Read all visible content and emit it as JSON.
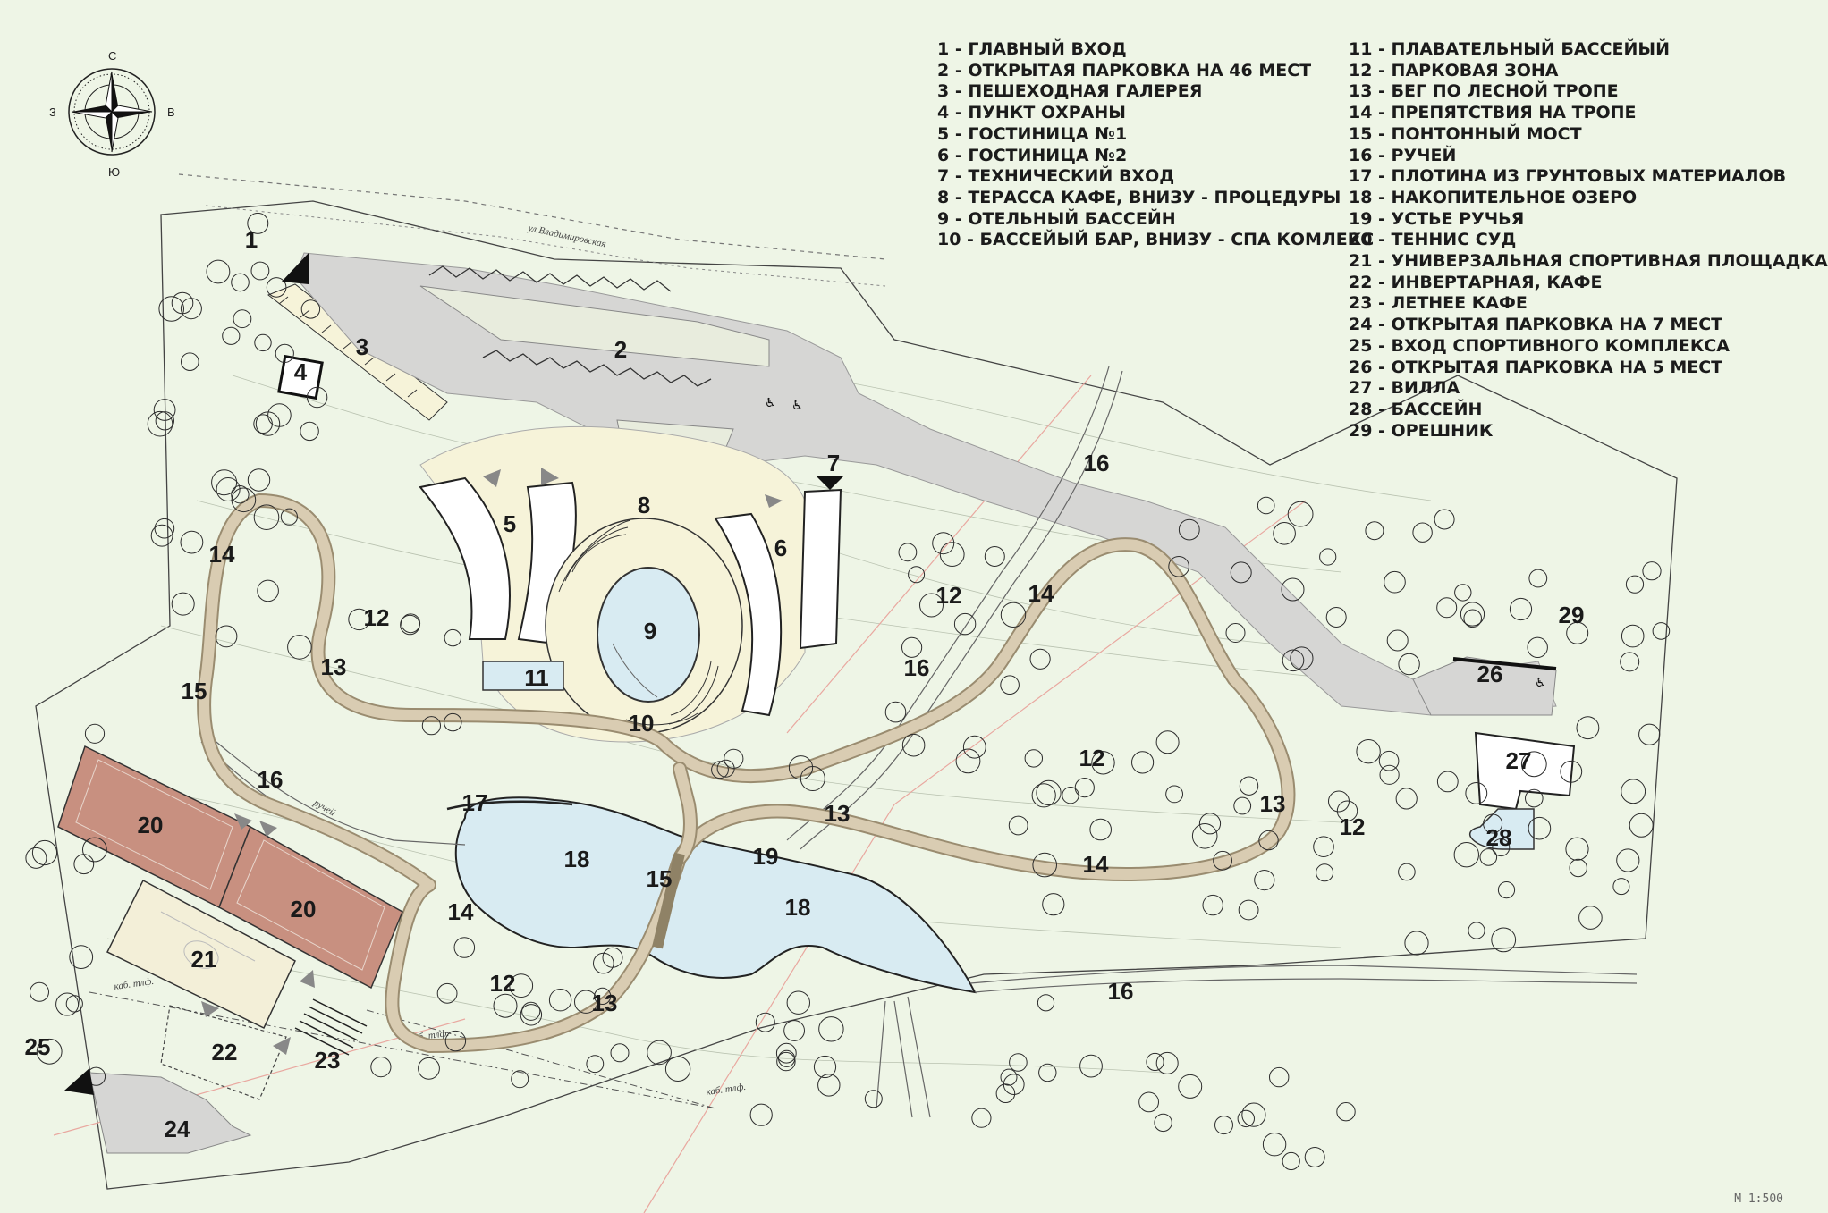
{
  "compass": {
    "north": "С",
    "south": "Ю",
    "west": "З",
    "east": "В"
  },
  "street_label": "ул.Владимировская",
  "stream_label": "ручей",
  "cable_label": "каб. тлф.",
  "scale": "М 1:500",
  "legend": [
    "1 - ГЛАВНЫЙ ВХОД",
    "2 - ОТКРЫТАЯ ПАРКОВКА НА 46 МЕСТ",
    "3 - ПЕШЕХОДНАЯ ГАЛЕРЕЯ",
    "4 - ПУНКТ ОХРАНЫ",
    "5 - ГОСТИНИЦА №1",
    "6 - ГОСТИНИЦА №2",
    "7 - ТЕХНИЧЕСКИЙ ВХОД",
    "8 - ТЕРАССА КАФЕ, ВНИЗУ - ПРОЦЕДУРЫ",
    "9 - ОТЕЛЬНЫЙ БАССЕЙН",
    "10 - БАССЕЙЫЙ БАР, ВНИЗУ - СПА КОМЛЕКС",
    "11 - ПЛАВАТЕЛЬНЫЙ БАССЕЙЫЙ",
    "12 - ПАРКОВАЯ ЗОНА",
    "13 - БЕГ ПО ЛЕСНОЙ ТРОПЕ",
    "14 - ПРЕПЯТСТВИЯ НА ТРОПЕ",
    "15 - ПОНТОННЫЙ МОСТ",
    "16 - РУЧЕЙ",
    "17 - ПЛОТИНА ИЗ ГРУНТОВЫХ МАТЕРИАЛОВ",
    "18 - НАКОПИТЕЛЬНОЕ ОЗЕРО",
    "19 - УСТЬЕ РУЧЬЯ",
    "20 - ТЕННИС СУД",
    "21 - УНИВЕРЗАЛЬНАЯ СПОРТИВНАЯ ПЛОЩАДКА",
    "22 - ИНВЕРТАРНАЯ, КАФЕ",
    "23 - ЛЕТНЕЕ КАФЕ",
    "24 - ОТКРЫТАЯ ПАРКОВКА НА 7 МЕСТ",
    "25 - ВХОД СПОРТИВНОГО КОМПЛЕКСА",
    "26 - ОТКРЫТАЯ ПАРКОВКА НА 5 МЕСТ",
    "27 - ВИЛЛА",
    "28 - БАССЕЙН",
    "29 - ОРЕШНИК"
  ],
  "markers": [
    "1",
    "2",
    "3",
    "4",
    "5",
    "6",
    "7",
    "8",
    "9",
    "10",
    "11",
    "12",
    "13",
    "14",
    "15",
    "16",
    "17",
    "18",
    "19",
    "20",
    "21",
    "22",
    "23",
    "24",
    "25",
    "26",
    "27",
    "28",
    "29"
  ],
  "colors": {
    "background": "#eef5e6",
    "road": "#d6d6d4",
    "trail": "#c9b99c",
    "water": "#d8ebf2",
    "tennis": "#c89080",
    "court": "#f3efd8",
    "plaza": "#f6f3d9"
  }
}
